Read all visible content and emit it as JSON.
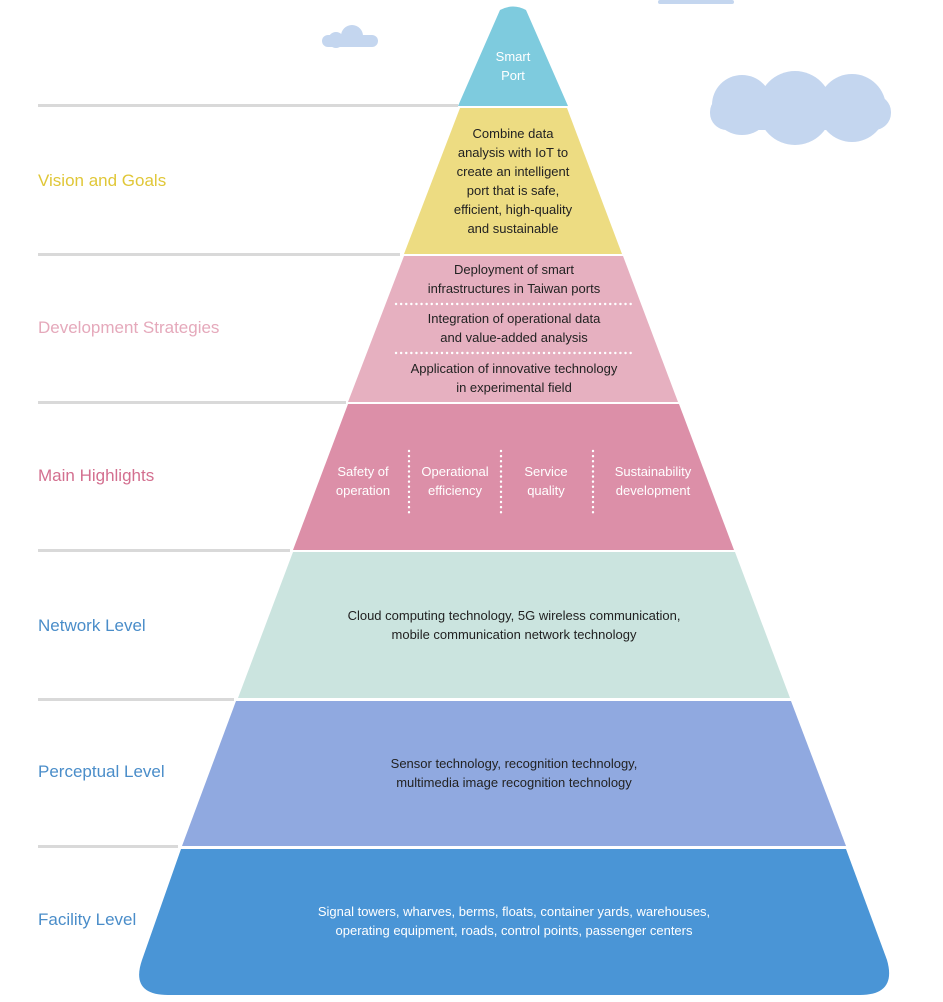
{
  "colors": {
    "apex": "#7ecbde",
    "vision": "#eddc82",
    "strategies": "#e6b0c0",
    "highlights": "#dc8fa8",
    "network": "#cbe4df",
    "perceptual": "#90a9e0",
    "facility": "#4a95d6",
    "divider": "#d9d9d9",
    "cloud": "#c4d6ef",
    "dots": "#ffffff"
  },
  "apex": {
    "lines": [
      "Smart",
      "Port"
    ]
  },
  "levels": [
    {
      "label": "Vision and Goals",
      "label_color": "#e0c738",
      "content": [
        "Combine data",
        "analysis with IoT to",
        "create an intelligent",
        "port that is safe,",
        "efficient, high-quality",
        "and sustainable"
      ]
    },
    {
      "label": "Development Strategies",
      "label_color": "#e5a9bb",
      "items": [
        [
          "Deployment of smart",
          "infrastructures in Taiwan ports"
        ],
        [
          "Integration of operational data",
          "and value-added analysis"
        ],
        [
          "Application of innovative technology",
          "in experimental field"
        ]
      ]
    },
    {
      "label": "Main Highlights",
      "label_color": "#d36f8f",
      "items": [
        [
          "Safety of",
          "operation"
        ],
        [
          "Operational",
          "efficiency"
        ],
        [
          "Service",
          "quality"
        ],
        [
          "Sustainability",
          "development"
        ]
      ]
    },
    {
      "label": "Network Level",
      "label_color": "#4a8dc9",
      "content": [
        "Cloud computing technology, 5G wireless communication,",
        "mobile communication network technology"
      ]
    },
    {
      "label": "Perceptual Level",
      "label_color": "#4a8dc9",
      "content": [
        "Sensor technology, recognition technology,",
        "multimedia image recognition technology"
      ]
    },
    {
      "label": "Facility Level",
      "label_color": "#4a8dc9",
      "content": [
        "Signal towers, wharves, berms, floats, container yards, warehouses,",
        "operating equipment, roads, control points, passenger centers"
      ]
    }
  ]
}
